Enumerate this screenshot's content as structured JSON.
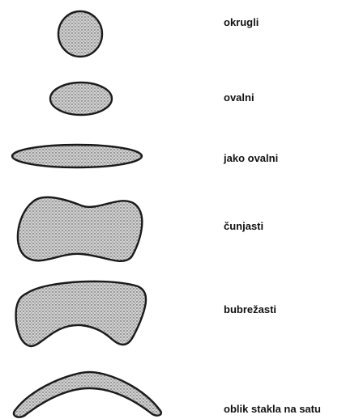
{
  "shapes": [
    {
      "id": "round",
      "label": "okrugli"
    },
    {
      "id": "oval",
      "label": "ovalni"
    },
    {
      "id": "very-oval",
      "label": "jako ovalni"
    },
    {
      "id": "dumbbell",
      "label": "čunjasti"
    },
    {
      "id": "kidney",
      "label": "bubrežasti"
    },
    {
      "id": "watch-glass",
      "label": "oblik stakla na satu"
    }
  ],
  "colors": {
    "outline": "#1a1a1a",
    "fill": "#cfcfcf",
    "stipple": "#3a3a3a",
    "label": "#111111"
  }
}
